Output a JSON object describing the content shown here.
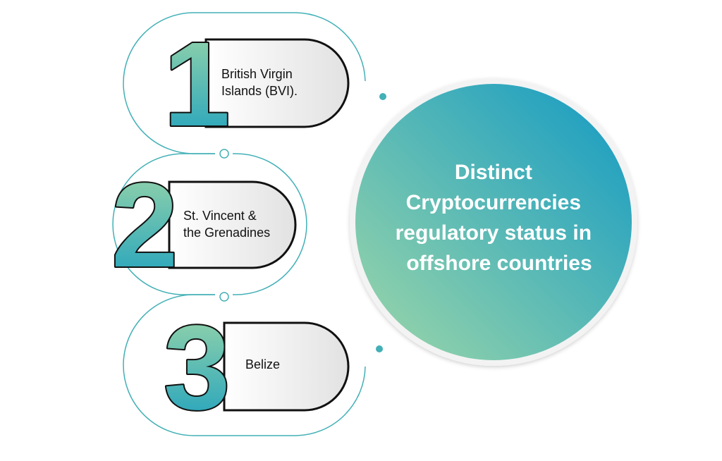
{
  "colors": {
    "accent_teal": "#1a9fbf",
    "accent_mint": "#8fd0ae",
    "line": "#42b0b6",
    "pill_fill_light": "#ffffff",
    "pill_fill_dark": "#e4e4e4",
    "outline": "#111111"
  },
  "items": [
    {
      "number": "1",
      "label_lines": [
        "British Virgin",
        "Islands (BVI)."
      ]
    },
    {
      "number": "2",
      "label_lines": [
        "St. Vincent &",
        "the Grenadines"
      ]
    },
    {
      "number": "3",
      "label_lines": [
        "Belize"
      ]
    }
  ],
  "center": {
    "title_lines": [
      "Distinct",
      "Cryptocurrencies",
      "regulatory status in",
      "offshore countries"
    ]
  }
}
